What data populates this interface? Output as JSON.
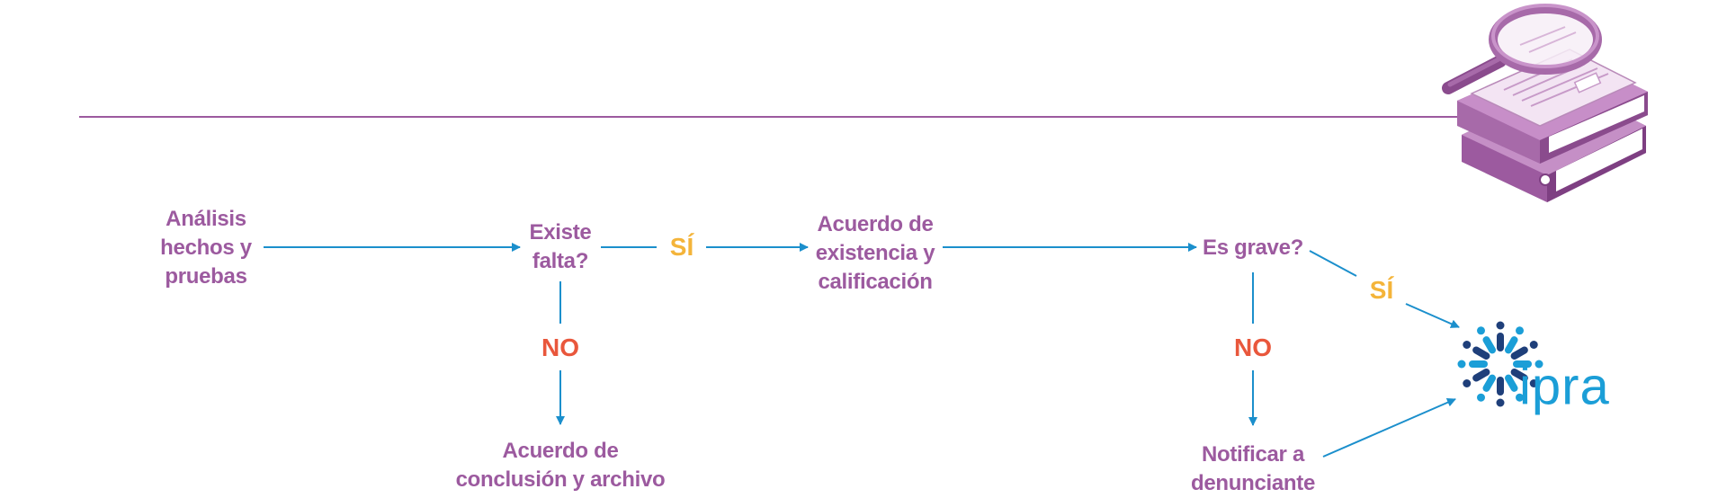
{
  "nodes": {
    "analisis": [
      "Análisis",
      "hechos y",
      "pruebas"
    ],
    "existe": [
      "Existe",
      "falta?"
    ],
    "acuerdo_existencia": [
      "Acuerdo de",
      "existencia y",
      "calificación"
    ],
    "es_grave": [
      "Es grave?"
    ],
    "acuerdo_conclusion": [
      "Acuerdo de",
      "conclusión y archivo"
    ],
    "notificar": [
      "Notificar a",
      "denunciante"
    ]
  },
  "labels": {
    "yes_1": "SÍ",
    "no_1": "NO",
    "yes_2": "SÍ",
    "no_2": "NO"
  },
  "brand": {
    "name": "ipra"
  },
  "colors": {
    "node_text": "#9c5a9f",
    "arrow": "#1b8fcc",
    "yes": "#f4b43a",
    "no": "#e9573c",
    "divider": "#9c5a9f",
    "brand": "#1b9ed7",
    "brand_dark": "#1f3f7a"
  },
  "icons": [
    "magnifier-icon",
    "binders-icon",
    "ipra-logo-icon"
  ]
}
